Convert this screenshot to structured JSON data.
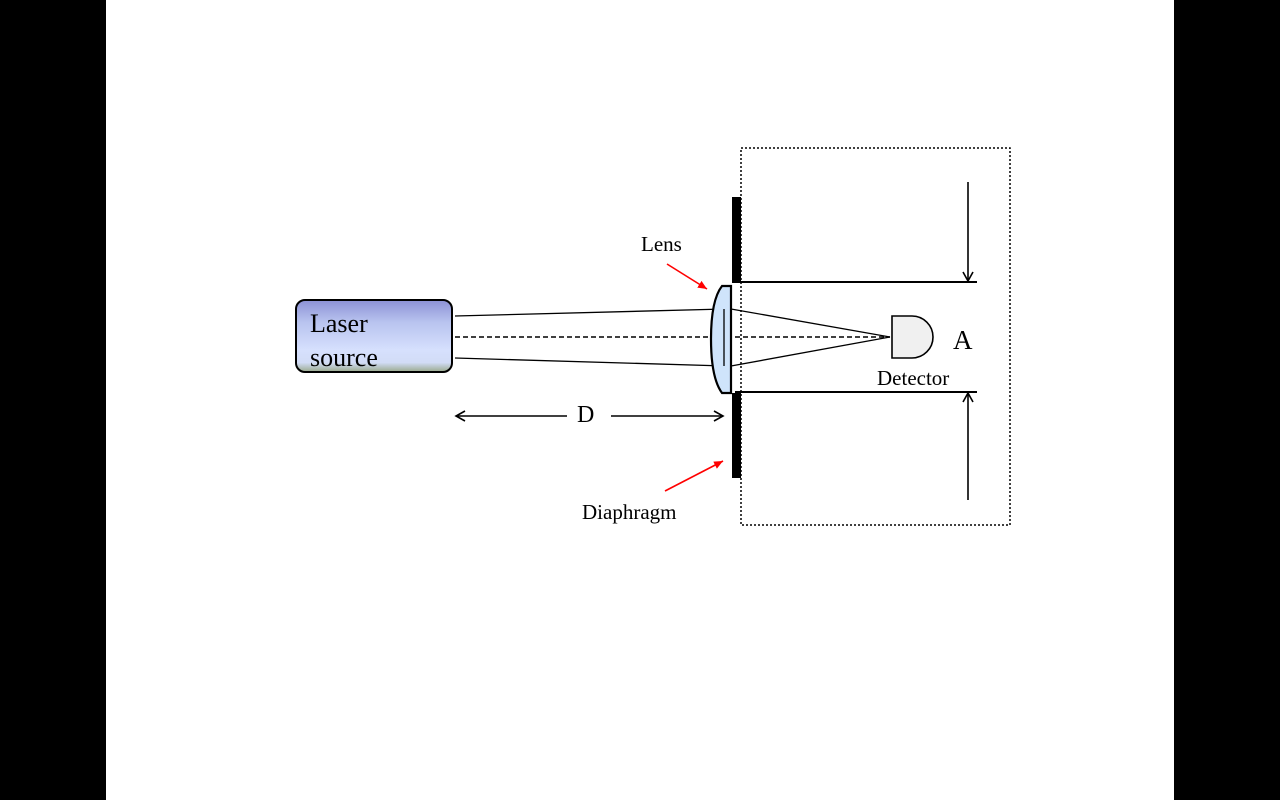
{
  "diagram": {
    "title": "Laser focusing setup",
    "labels": {
      "laser_source": "Laser source",
      "laser_line1": "Laser",
      "laser_line2": "source",
      "lens": "Lens",
      "diaphragm": "Diaphragm",
      "detector": "Detector",
      "distance": "D",
      "aperture": "A"
    },
    "colors": {
      "background": "#ffffff",
      "letterbox": "#000000",
      "laser_fill_top": "#8e93d6",
      "laser_fill_mid": "#d6e0fd",
      "lens_fill": "#cfe4fb",
      "detector_fill": "#f0f0f0",
      "pointer_arrow": "#ff0000",
      "line": "#000000"
    }
  }
}
